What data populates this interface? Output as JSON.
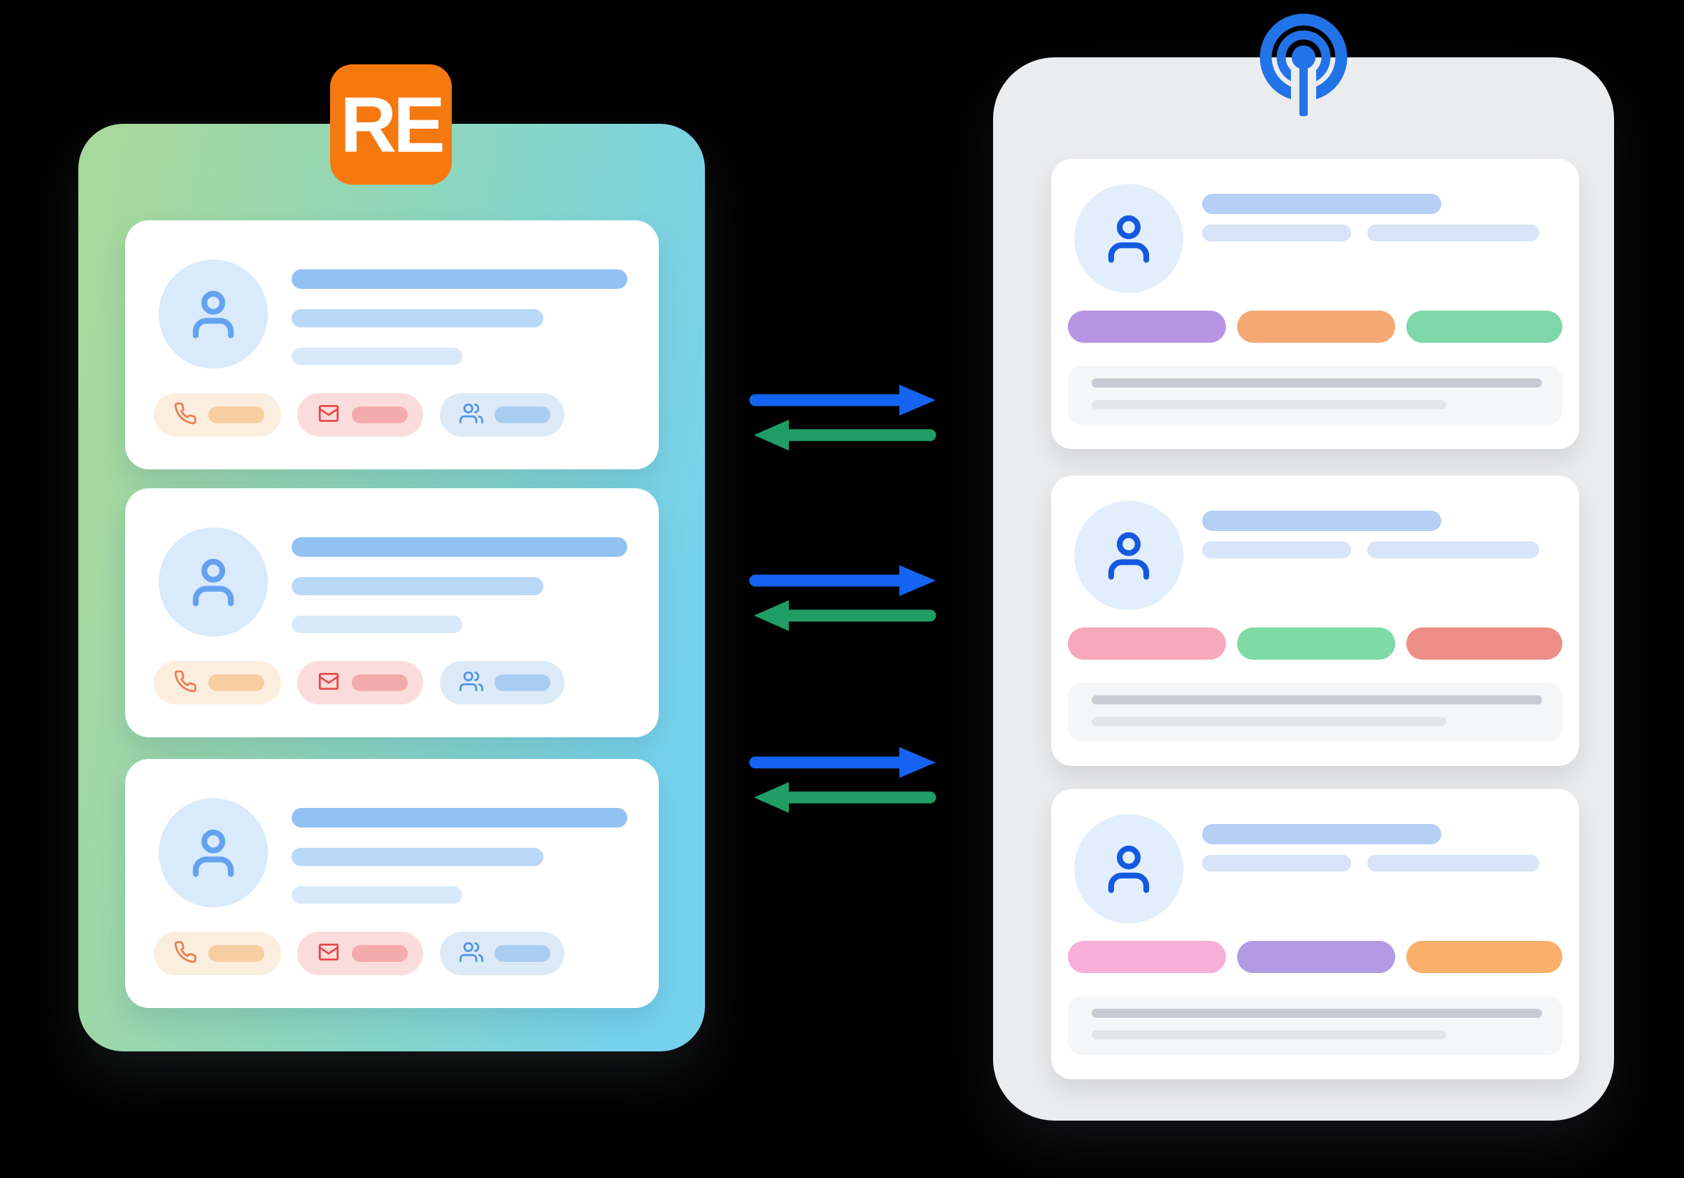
{
  "canvas": {
    "background": "#000000"
  },
  "left_panel": {
    "badge_label": "RE",
    "badge_color": "#F5790F",
    "badge_text_color": "#FFFFFF",
    "gradient": {
      "from": "#A7D89C",
      "mid": "#8CD6BE",
      "to": "#76D2EC"
    },
    "card_bg": "#FFFFFF",
    "avatar": {
      "icon": "user-icon",
      "bg": "#D8EAFC",
      "icon_color": "#64A2F0"
    },
    "line_colors": [
      "#92C2F2",
      "#BAD8F7",
      "#D9E9FB"
    ],
    "cards": [
      {
        "pills": [
          {
            "icon": "phone-icon",
            "bg": "#FCEEDF",
            "icon_color": "#EC7C50",
            "dash": "#F7CEA2"
          },
          {
            "icon": "mail-icon",
            "bg": "#FBDCDC",
            "icon_color": "#E4494B",
            "dash": "#F4ABAB"
          },
          {
            "icon": "users-icon",
            "bg": "#DCEAF8",
            "icon_color": "#4E93E6",
            "dash": "#A9CDF1"
          }
        ]
      },
      {
        "pills": [
          {
            "icon": "phone-icon",
            "bg": "#FCEEDF",
            "icon_color": "#EC7C50",
            "dash": "#F7CEA2"
          },
          {
            "icon": "mail-icon",
            "bg": "#FBDCDC",
            "icon_color": "#E4494B",
            "dash": "#F4ABAB"
          },
          {
            "icon": "users-icon",
            "bg": "#DCEAF8",
            "icon_color": "#4E93E6",
            "dash": "#A9CDF1"
          }
        ]
      },
      {
        "pills": [
          {
            "icon": "phone-icon",
            "bg": "#FCEEDF",
            "icon_color": "#EC7C50",
            "dash": "#F7CEA2"
          },
          {
            "icon": "mail-icon",
            "bg": "#FBDCDC",
            "icon_color": "#E4494B",
            "dash": "#F4ABAB"
          },
          {
            "icon": "users-icon",
            "bg": "#DCEAF8",
            "icon_color": "#4E93E6",
            "dash": "#A9CDF1"
          }
        ]
      }
    ]
  },
  "arrows": {
    "forward_color": "#1464F1",
    "back_color": "#1F9D65",
    "pairs": [
      {
        "directions": [
          "right",
          "left"
        ]
      },
      {
        "directions": [
          "right",
          "left"
        ]
      },
      {
        "directions": [
          "right",
          "left"
        ]
      }
    ]
  },
  "right_panel": {
    "bg": "#EBECEE",
    "broadcast": {
      "icon": "broadcast-icon",
      "color": "#2273E8"
    },
    "card_bg": "#FFFFFF",
    "avatar": {
      "icon": "user-icon",
      "bg": "#E2EEFC",
      "icon_color": "#1459E0"
    },
    "line_colors": [
      "#B5CFF5",
      "#D7E4F9"
    ],
    "footer": {
      "bg": "#F5F6F8",
      "line_colors": [
        "#C9CBD4",
        "#E3E5E9"
      ]
    },
    "cards": [
      {
        "pills": [
          "#B795E2",
          "#F5A873",
          "#7ED7A9"
        ]
      },
      {
        "pills": [
          "#F7A8BC",
          "#7EDBA6",
          "#ED8E87"
        ]
      },
      {
        "pills": [
          "#F7AED9",
          "#B29BE4",
          "#F9B06A"
        ]
      }
    ]
  }
}
